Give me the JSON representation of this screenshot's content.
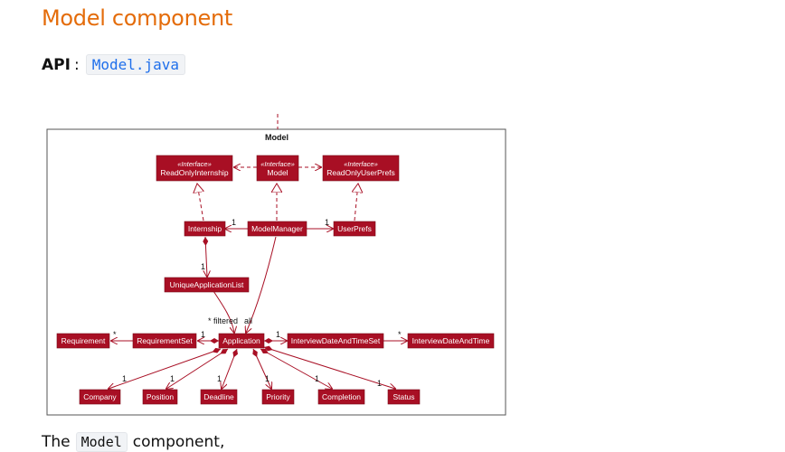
{
  "heading": "Model component",
  "api": {
    "label": "API",
    "separator": ":",
    "link_text": "Model.java"
  },
  "diagram": {
    "package_label": "Model",
    "interface_stereotype": "«Interface»",
    "classes": {
      "ro_internship": "ReadOnlyInternship",
      "model": "Model",
      "ro_userprefs": "ReadOnlyUserPrefs",
      "internship": "Internship",
      "model_manager": "ModelManager",
      "userprefs": "UserPrefs",
      "unique_app_list": "UniqueApplicationList",
      "requirement": "Requirement",
      "requirement_set": "RequirementSet",
      "application": "Application",
      "interview_set": "InterviewDateAndTimeSet",
      "interview": "InterviewDateAndTime",
      "company": "Company",
      "position": "Position",
      "deadline": "Deadline",
      "priority": "Priority",
      "completion": "Completion",
      "status": "Status"
    },
    "labels": {
      "one": "1",
      "many": "*",
      "filtered": "* filtered",
      "all": "all"
    }
  },
  "bottom": {
    "prefix": "The",
    "code": "Model",
    "suffix": "component,"
  }
}
